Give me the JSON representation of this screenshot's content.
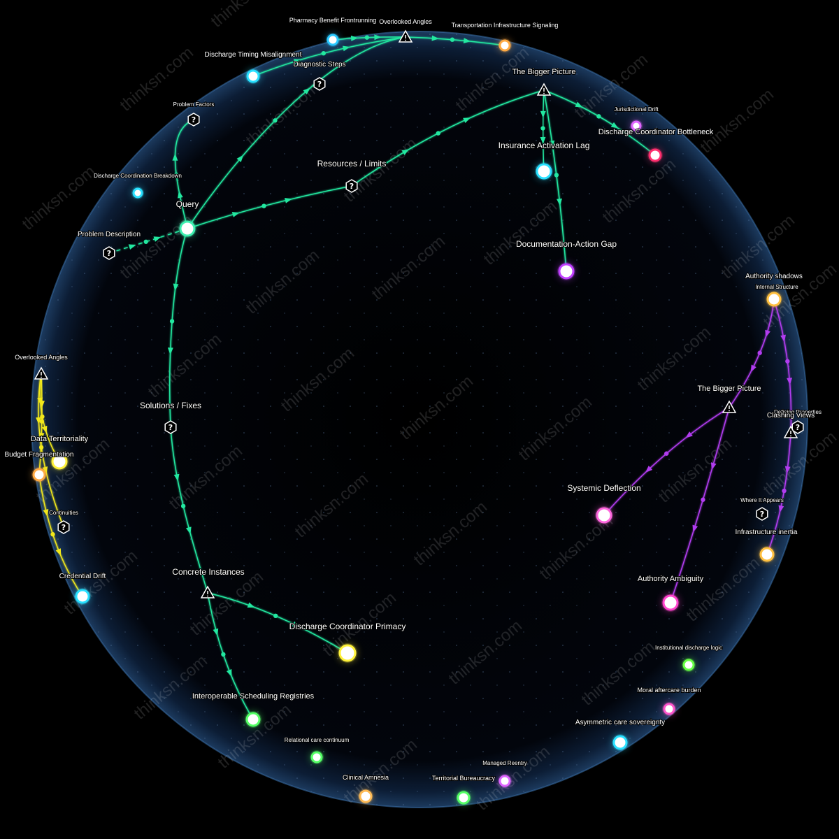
{
  "watermark": "thinksn.com",
  "colors": {
    "green": "#22e8a0",
    "yellow": "#f2e81a",
    "purple": "#b23cf0"
  },
  "nodes": {
    "query": {
      "label": "Query",
      "kind": "query",
      "color": "#3ef0b0"
    },
    "problem_description": {
      "label": "Problem Description",
      "kind": "question"
    },
    "problem_factors": {
      "label": "Problem Factors",
      "kind": "question"
    },
    "diagnostic_steps": {
      "label": "Diagnostic Steps",
      "kind": "question"
    },
    "resources_limits": {
      "label": "Resources / Limits",
      "kind": "question"
    },
    "solutions_fixes": {
      "label": "Solutions / Fixes",
      "kind": "question"
    },
    "concrete_instances": {
      "label": "Concrete Instances",
      "kind": "warning"
    },
    "overlooked_angles_top": {
      "label": "Overlooked Angles",
      "kind": "warning"
    },
    "bigger_picture_top": {
      "label": "The Bigger Picture",
      "kind": "warning"
    },
    "pharmacy_benefit": {
      "label": "Pharmacy Benefit Frontrunning",
      "kind": "dot",
      "color": "#29c8ff"
    },
    "transportation_infra": {
      "label": "Transportation Infrastructure Signaling",
      "kind": "dot",
      "color": "#ffaa44"
    },
    "discharge_timing": {
      "label": "Discharge Timing Misalignment",
      "kind": "dot",
      "color": "#29e0ff"
    },
    "discharge_coord_breakdown": {
      "label": "Discharge Coordination Breakdown",
      "kind": "dot",
      "color": "#29e0ff"
    },
    "insurance_activation": {
      "label": "Insurance Activation Lag",
      "kind": "dot",
      "color": "#29e0ff"
    },
    "jurisdictional_drift": {
      "label": "Jurisdictional Drift",
      "kind": "dot",
      "color": "#e066ff"
    },
    "discharge_coord_bottleneck": {
      "label": "Discharge Coordinator Bottleneck",
      "kind": "dot",
      "color": "#ff2e6e"
    },
    "documentation_action_gap": {
      "label": "Documentation-Action Gap",
      "kind": "dot",
      "color": "#c040ff"
    },
    "discharge_coord_primacy": {
      "label": "Discharge Coordinator Primacy",
      "kind": "dot",
      "color": "#fff23a"
    },
    "interoperable_scheduling": {
      "label": "Interoperable Scheduling Registries",
      "kind": "dot",
      "color": "#55ff66"
    },
    "overlooked_angles_left": {
      "label": "Overlooked Angles",
      "kind": "warning"
    },
    "data_territoriality": {
      "label": "Data Territoriality",
      "kind": "dot",
      "color": "#fff23a"
    },
    "budget_fragmentation": {
      "label": "Budget Fragmentation",
      "kind": "dot",
      "color": "#ffaa44"
    },
    "continuities": {
      "label": "Continuities",
      "kind": "question"
    },
    "credential_drift": {
      "label": "Credential Drift",
      "kind": "dot",
      "color": "#29e0ff"
    },
    "authority_shadows": {
      "label": "Authority shadows",
      "kind": "dot",
      "color": "#ffc040"
    },
    "internal_structure": {
      "label": "Internal Structure",
      "kind": "text"
    },
    "bigger_picture_right": {
      "label": "The Bigger Picture",
      "kind": "warning"
    },
    "defining_properties": {
      "label": "Defining Properties",
      "kind": "question"
    },
    "clashing_views": {
      "label": "Clashing Views",
      "kind": "warning"
    },
    "systemic_deflection": {
      "label": "Systemic Deflection",
      "kind": "dot",
      "color": "#ff66dd"
    },
    "where_it_appears": {
      "label": "Where It Appears",
      "kind": "question"
    },
    "infrastructure_inertia": {
      "label": "Infrastructure inertia",
      "kind": "dot",
      "color": "#ffc040"
    },
    "authority_ambiguity": {
      "label": "Authority Ambiguity",
      "kind": "dot",
      "color": "#ff44cc"
    },
    "institutional_discharge": {
      "label": "Institutional discharge logic",
      "kind": "dot",
      "color": "#66ff44"
    },
    "moral_aftercare": {
      "label": "Moral aftercare burden",
      "kind": "dot",
      "color": "#ff55cc"
    },
    "asymmetric_care": {
      "label": "Asymmetric care sovereignty",
      "kind": "dot",
      "color": "#29e0ff"
    },
    "relational_care": {
      "label": "Relational care continuum",
      "kind": "dot",
      "color": "#55ff66"
    },
    "clinical_amnesia": {
      "label": "Clinical Amnesia",
      "kind": "dot",
      "color": "#ffbb55"
    },
    "territorial_bureaucracy": {
      "label": "Territorial Bureaucracy",
      "kind": "dot",
      "color": "#55ff66"
    },
    "managed_reentry": {
      "label": "Managed Reentry",
      "kind": "dot",
      "color": "#e066ff"
    }
  }
}
